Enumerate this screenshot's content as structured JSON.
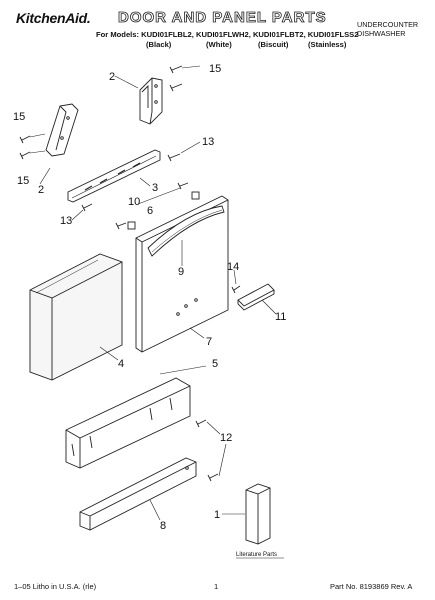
{
  "header": {
    "brand": "KitchenAid.",
    "title": "DOOR AND PANEL PARTS",
    "models_line": "For Models: KUDI01FLBL2, KUDI01FLWH2, KUDI01FLBT2, KUDI01FLSS2",
    "color_black": "(Black)",
    "color_white": "(White)",
    "color_biscuit": "(Biscuit)",
    "color_stainless": "(Stainless)",
    "product_line1": "UNDERCOUNTER",
    "product_line2": "DISHWASHER"
  },
  "callouts": {
    "c15a": "15",
    "c2a": "2",
    "c15b": "15",
    "c15c": "15",
    "c2b": "2",
    "c13a": "13",
    "c3": "3",
    "c10": "10",
    "c6": "6",
    "c13b": "13",
    "c14": "14",
    "c9": "9",
    "c11": "11",
    "c4": "4",
    "c7": "7",
    "c5": "5",
    "c12": "12",
    "c8": "8",
    "c1": "1"
  },
  "literature_label": "Literature Parts",
  "footer": {
    "left": "1–05 Litho in U.S.A. (rle)",
    "page": "1",
    "part_no": "Part No. 8193869 Rev. A"
  }
}
